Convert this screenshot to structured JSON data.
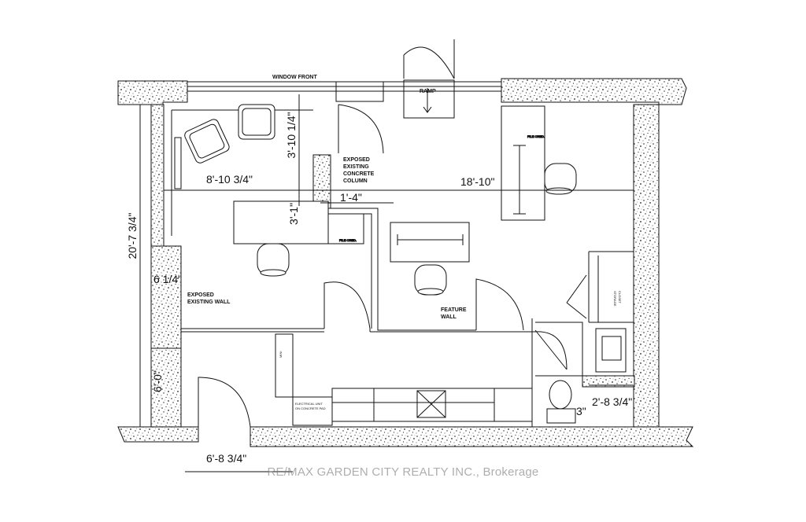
{
  "labels": {
    "window_front": "WINDOW FRONT",
    "ramp": "RAMP",
    "exposed_column_1": "EXPOSED",
    "exposed_column_2": "EXISTING",
    "exposed_column_3": "CONCRETE",
    "exposed_column_4": "COLUMN",
    "exposed_wall_1": "EXPOSED",
    "exposed_wall_2": "EXISTING WALL",
    "feature_wall_1": "FEATURE",
    "feature_wall_2": "WALL",
    "file_cred_1": "FILE CRED.",
    "file_cred_2": "FILE CRED.",
    "storage_closet_1": "STORAGE",
    "storage_closet_2": "CLOSET",
    "electrical_1": "ELECTRICAL UNIT",
    "electrical_2": "ON CONCRETE PAD",
    "mini": "MINI"
  },
  "dimensions": {
    "width_left": "8'-10 3/4\"",
    "width_right": "18'-10\"",
    "height_total": "20'-7 3/4\"",
    "window_depth": "3'-10 1/4\"",
    "col_depth": "3'-1\"",
    "col_width": "1'-4\"",
    "wall_left_1": "6 1/4\"",
    "wall_left_2": "6'-0\"",
    "door_bottom": "6'-8 3/4\"",
    "closet_width": "2'-8 3/4\"",
    "small_3": "3\""
  },
  "watermark": "RE/MAX GARDEN CITY REALTY INC., Brokerage"
}
